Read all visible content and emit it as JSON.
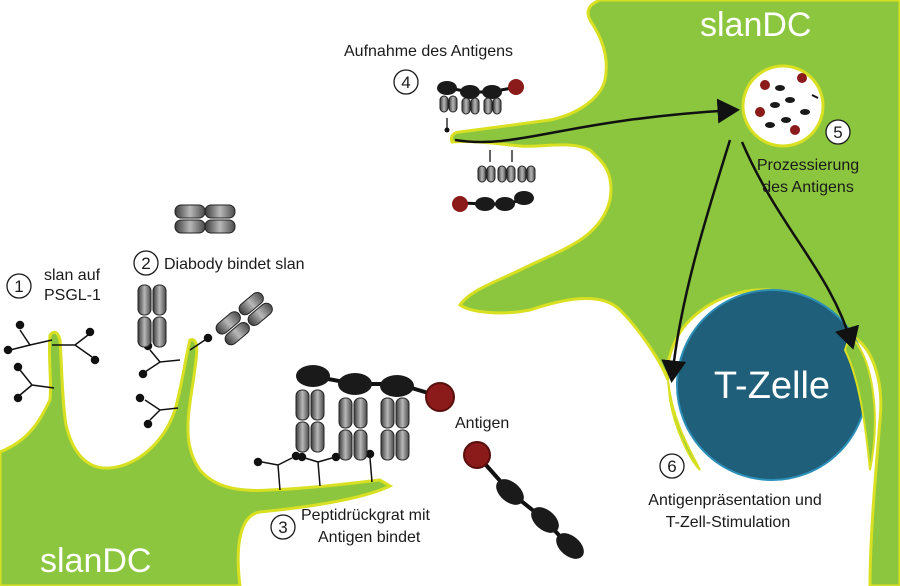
{
  "cells": {
    "left_cell_label": "slanDC",
    "right_cell_label": "slanDC",
    "t_cell_label": "T-Zelle"
  },
  "steps": [
    {
      "num": "1",
      "text_lines": [
        "slan auf",
        "PSGL-1"
      ]
    },
    {
      "num": "2",
      "text_lines": [
        "Diabody bindet slan"
      ]
    },
    {
      "num": "3",
      "text_lines": [
        "Peptidrückgrat mit",
        "Antigen bindet"
      ]
    },
    {
      "num": "4",
      "text_lines": [
        "Aufnahme des Antigens"
      ]
    },
    {
      "num": "5",
      "text_lines": [
        "Prozessierung",
        "des Antigens"
      ]
    },
    {
      "num": "6",
      "text_lines": [
        "Antigenpräsentation und",
        "T-Zell-Stimulation"
      ]
    }
  ],
  "free_antigen_label": "Antigen",
  "colors": {
    "cell_green": "#8cc63f",
    "cell_edge": "#d9e021",
    "t_cell": "#1f5f7a",
    "antigen_red": "#8b1a1a",
    "diabody_dark": "#555555",
    "peptide_black": "#1a1a1a"
  }
}
